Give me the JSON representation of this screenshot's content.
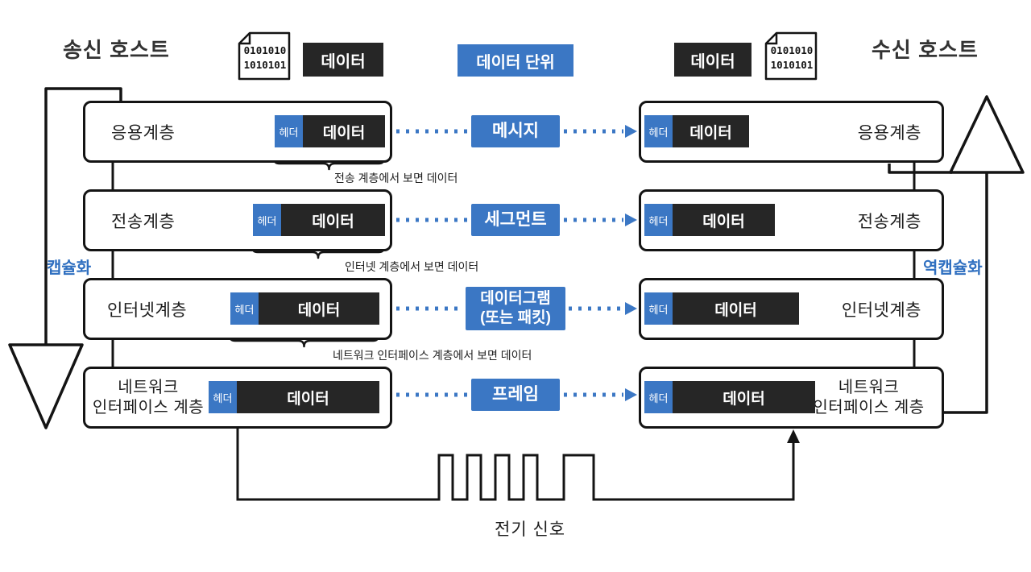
{
  "colors": {
    "blue": "#3B77C4",
    "dark_box": "#262626",
    "line": "#141414"
  },
  "hosts": {
    "sender": "송신 호스트",
    "receiver": "수신 호스트"
  },
  "top_bar": {
    "data_left": "데이터",
    "data_unit": "데이터 단위",
    "data_right": "데이터",
    "binary_icon": {
      "line1": "0101010",
      "line2": "1010101"
    }
  },
  "flow_labels": {
    "encapsulation": "캡슐화",
    "decapsulation": "역캡슐화"
  },
  "sender_layers": [
    {
      "name": "응용계층",
      "header": "헤더",
      "data": "데이터"
    },
    {
      "name": "전송계층",
      "header": "헤더",
      "data": "데이터"
    },
    {
      "name": "인터넷계층",
      "header": "헤더",
      "data": "데이터"
    },
    {
      "name": "네트워크\n인터페이스 계층",
      "header": "헤더",
      "data": "데이터"
    }
  ],
  "receiver_layers": [
    {
      "name": "응용계층",
      "header": "헤더",
      "data": "데이터"
    },
    {
      "name": "전송계층",
      "header": "헤더",
      "data": "데이터"
    },
    {
      "name": "인터넷계층",
      "header": "헤더",
      "data": "데이터"
    },
    {
      "name": "네트워크\n인터페이스 계층",
      "header": "헤더",
      "data": "데이터"
    }
  ],
  "data_units": [
    {
      "label": "메시지"
    },
    {
      "label": "세그먼트"
    },
    {
      "label": "데이터그램\n(또는 패킷)"
    },
    {
      "label": "프레임"
    }
  ],
  "brace_notes": [
    {
      "text": "전송 계층에서 보면 데이터"
    },
    {
      "text": "인터넷 계층에서 보면 데이터"
    },
    {
      "text": "네트워크 인터페이스 계층에서 보면 데이터"
    }
  ],
  "signal": {
    "label": "전기 신호"
  }
}
